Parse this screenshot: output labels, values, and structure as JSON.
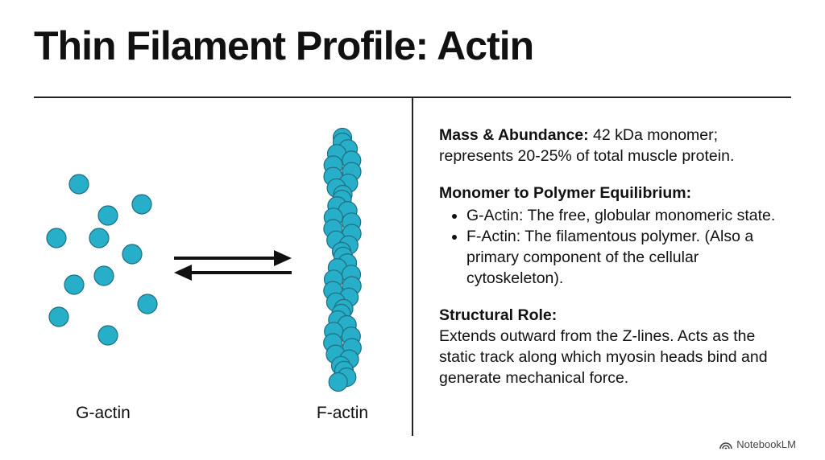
{
  "title": "Thin Filament Profile: Actin",
  "diagram": {
    "left_label": "G-actin",
    "right_label": "F-actin",
    "monomer_color": "#27AFC9",
    "monomer_stroke": "#1F6E80"
  },
  "sections": {
    "mass": {
      "heading": "Mass & Abundance:",
      "text": " 42 kDa monomer; represents 20-25% of total muscle protein."
    },
    "equilibrium": {
      "heading": "Monomer to Polymer Equilibrium:",
      "bullets": [
        "G-Actin: The free, globular monomeric state.",
        "F-Actin: The filamentous polymer. (Also a primary component of the cellular cytoskeleton)."
      ]
    },
    "structural": {
      "heading": "Structural Role:",
      "text": "Extends outward from the Z-lines. Acts as the static track along which myosin heads bind and generate mechanical force."
    }
  },
  "footer": {
    "brand": "NotebookLM",
    "icon": "notebooklm-logo-icon"
  }
}
